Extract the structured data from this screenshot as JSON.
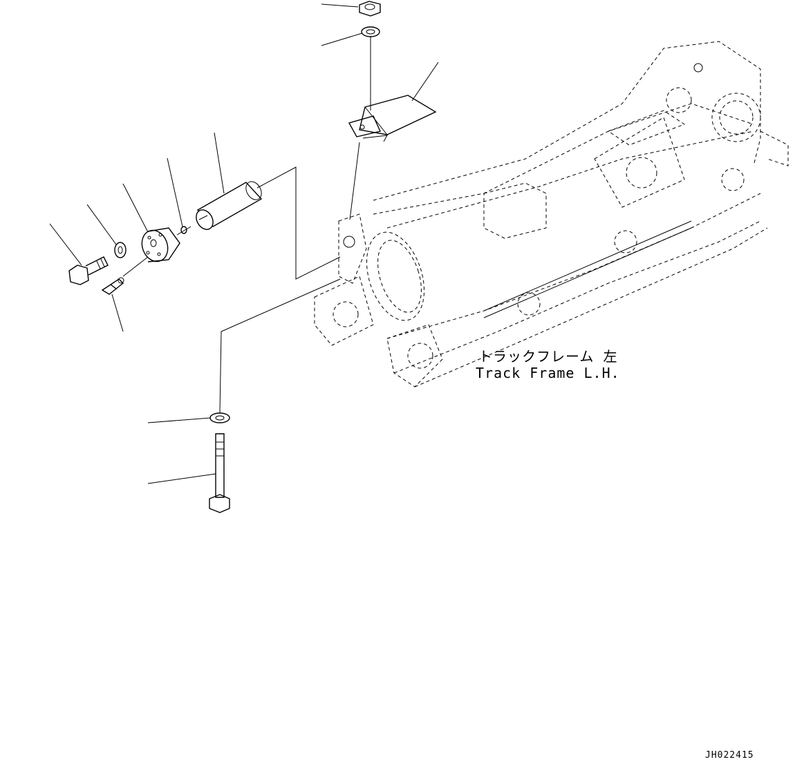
{
  "diagram": {
    "frame_label_jp": "トラックフレーム 左",
    "frame_label_en": "Track Frame L.H.",
    "drawing_number": "JH022415"
  },
  "parts": [
    {
      "name": "nut-top"
    },
    {
      "name": "washer-top"
    },
    {
      "name": "cover-plate"
    },
    {
      "name": "pivot-pin"
    },
    {
      "name": "o-ring"
    },
    {
      "name": "retainer-flange"
    },
    {
      "name": "lock-washer"
    },
    {
      "name": "hex-bolt"
    },
    {
      "name": "grease-fitting"
    },
    {
      "name": "washer-bottom"
    },
    {
      "name": "long-bolt"
    }
  ]
}
